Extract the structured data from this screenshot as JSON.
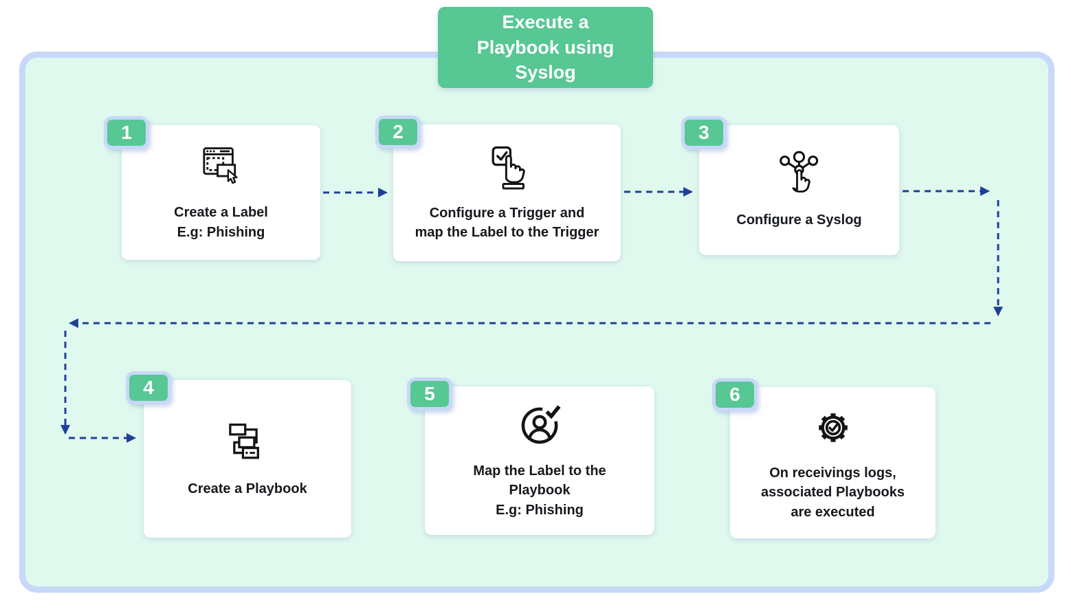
{
  "title": "Execute a\nPlaybook using\nSyslog",
  "colors": {
    "accent_green": "#57C794",
    "container_border": "#C7D8F8",
    "container_bg": "#E0F9EE",
    "card_bg": "#FFFFFF",
    "arrow": "#1E3F99",
    "text": "#15181C",
    "badge_number_text": "#FFFFFF"
  },
  "steps": [
    {
      "number": "1",
      "label": "Create a Label\nE.g: Phishing",
      "icon": "label-cursor-icon"
    },
    {
      "number": "2",
      "label": "Configure a Trigger and\nmap the Label to the Trigger",
      "icon": "checkbox-tap-icon"
    },
    {
      "number": "3",
      "label": "Configure a Syslog",
      "icon": "network-tap-icon"
    },
    {
      "number": "4",
      "label": "Create a Playbook",
      "icon": "flowchart-icon"
    },
    {
      "number": "5",
      "label": "Map the Label to the\nPlaybook\nE.g: Phishing",
      "icon": "user-check-icon"
    },
    {
      "number": "6",
      "label": "On receivings logs,\nassociated Playbooks\nare executed",
      "icon": "gear-check-icon"
    }
  ]
}
